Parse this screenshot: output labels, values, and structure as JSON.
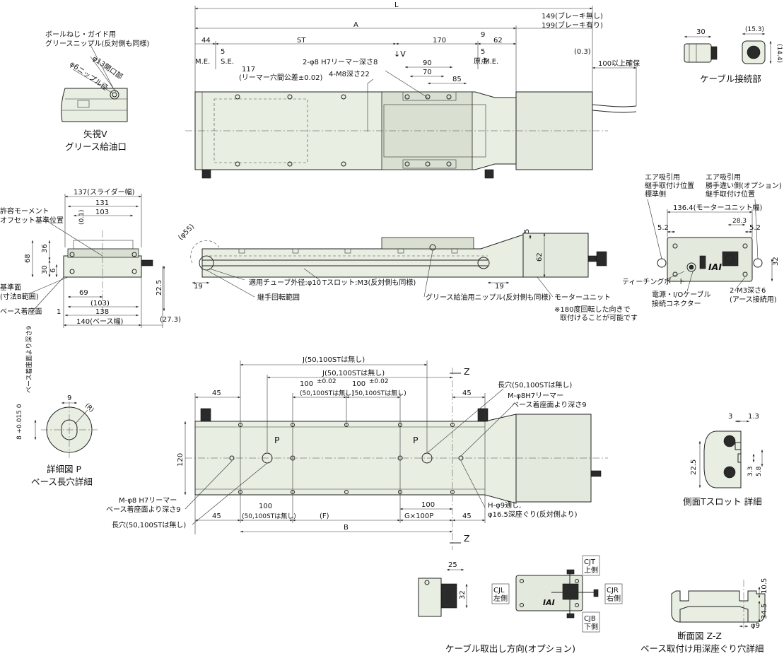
{
  "labels": {
    "L": "L",
    "A": "A",
    "ST": "ST",
    "d44": "44",
    "d5a": "5",
    "d170": "170",
    "d9": "9",
    "d62": "62",
    "brake_none": "149(ブレーキ無し)",
    "brake_yes": "199(ブレーキ有り)",
    "me_left": "M.E.",
    "se": "S.E.",
    "d5b": "5",
    "me_right": "M.E.",
    "origin": "原点",
    "d5c": "5",
    "d03": "(0.3)",
    "cable_clearance": "100以上確保",
    "d117": "117",
    "reamer_tol": "(リーマー穴間公差±0.02)",
    "reamer_hole": "2-φ8 H7リーマー深さ8",
    "m8": "4-M8深さ22",
    "d90": "90",
    "d70": "70",
    "d85": "85",
    "arrow_v": "↓V",
    "ball_screw": "ボールねじ・ガイド用",
    "grease_nipple": "グリースニップル(反対側も同様)",
    "phi13": "φ13開口部",
    "phi6": "φ6ニップル径",
    "view_v": "矢視V",
    "grease_port": "グリース給油口",
    "d30": "30",
    "d153": "(15.3)",
    "d144": "(14.4)",
    "cable_conn": "ケーブル接続部",
    "slider_width": "137(スライダー幅)",
    "d131": "131",
    "d103": "103",
    "allow_moment1": "許容モーメント",
    "allow_moment2": "オフセット基準位置",
    "d01": "(0.1)",
    "d68": "68",
    "d36": "36",
    "d30b": "30",
    "d6": "6",
    "ref_surface1": "基準面",
    "ref_surface2": "(寸法B範囲)",
    "base_surface": "ベース着座面",
    "d69": "69",
    "d225": "22.5",
    "d103p": "(103)",
    "d138": "138",
    "d1": "1",
    "base_width": "140(ベース幅)",
    "d273": "(27.3)",
    "phi55": "(φ55)",
    "d19a": "19",
    "tube_od": "適用チューブ外径:φ10",
    "joint_range": "継手回転範囲",
    "tslot": "Tスロット:M3(反対側も同様)",
    "d19b": "19",
    "grease_nipple2": "グリース給油用ニップル(反対側も同様)",
    "motor_unit": "モーターユニット",
    "rotate_note1": "※180度回転した向きで",
    "rotate_note2": "取付けることが可能です",
    "d5d": "5",
    "d62b": "62",
    "air_std1": "エア吸引用",
    "air_std2": "継手取付け位置",
    "air_std3": "標準側",
    "air_opt1": "エア吸引用",
    "air_opt2": "勝手違い側(オプション)",
    "air_opt3": "継手取付け位置",
    "motor_width": "136.4(モーターユニット幅)",
    "d52a": "5.2",
    "d283": "28.3",
    "d52b": "5.2",
    "d32": "32",
    "teaching_port": "ティーチングポート",
    "power_io1": "電源・I/Oケーブル",
    "power_io2": "接続コネクター",
    "m3_1": "2-M3深さ6",
    "m3_2": "(アース接続用)",
    "p_tol": "8 +0.015 0",
    "p_depth": "ベース着座面より深さ9",
    "d9p": "9",
    "r": "(R)",
    "detail_p1": "詳細図 P",
    "detail_p2": "ベース長穴詳細",
    "j1": "J(50,100STは無し)",
    "j2": "J(50,100STは無し)",
    "z_top": "Z",
    "d45a": "45",
    "d100a": "100",
    "tol002a": "±0.02",
    "st_none_a": "(50,100STは無し)",
    "d100b": "100",
    "tol002b": "±0.02",
    "st_none_b": "(50,100STは無し)",
    "d45b": "45",
    "long_hole_top": "長穴(50,100STは無し)",
    "reamer_top1": "M-φ8H7リーマー",
    "reamer_top2": "ベース着座面より深さ9",
    "d120": "120",
    "p_left": "P",
    "p_right": "P",
    "reamer_bot1": "M-φ8 H7リーマー",
    "reamer_bot2": "ベース着座面より深さ9",
    "long_hole_bot": "長穴(50,100STは無し)",
    "d45c": "45",
    "d100c": "100",
    "st_none_c": "(50,100STは無し)",
    "f": "(F)",
    "gx100p": "G×100P",
    "d100d": "100",
    "d45d": "45",
    "b": "B",
    "h_hole1": "H-φ9通し,",
    "h_hole2": "φ16.5深座ぐり(反対側より)",
    "z_bot": "Z",
    "d3": "3",
    "d13": "1.3",
    "d225b": "22.5",
    "d33": "3.3",
    "d58": "5.8",
    "side_tslot": "側面Tスロット 詳細",
    "d25": "25",
    "d32b": "32",
    "cjt1": "CJT",
    "cjt2": "上側",
    "cjl1": "CJL",
    "cjl2": "左側",
    "cjr1": "CJR",
    "cjr2": "右側",
    "cjb1": "CJB",
    "cjb2": "下側",
    "cable_dir": "ケーブル取出し方向(オプション)",
    "d105": "10.5",
    "d345": "34.5",
    "phi9": "φ9",
    "section_zz1": "断面図 Z-Z",
    "section_zz2": "ベース取付け用深座ぐり穴詳細"
  }
}
